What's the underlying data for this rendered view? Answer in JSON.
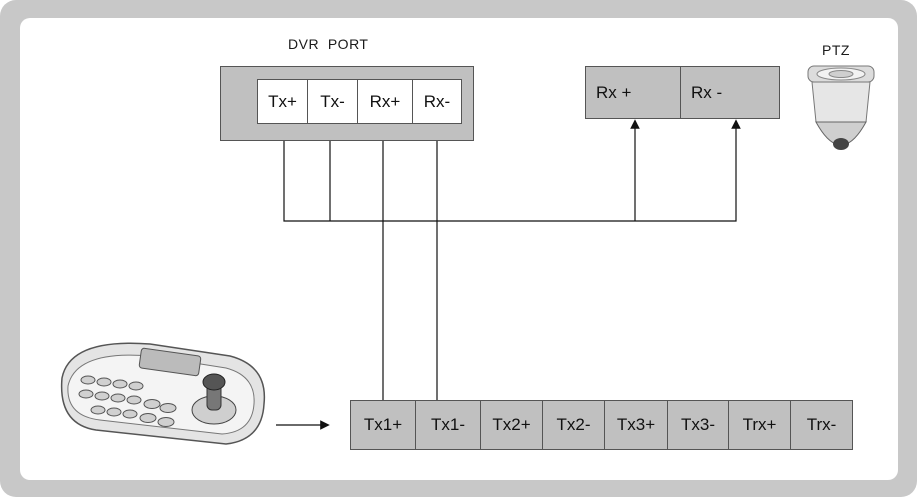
{
  "dvr": {
    "title": "DVR  PORT",
    "ports": [
      "Tx+",
      "Tx-",
      "Rx+",
      "Rx-"
    ]
  },
  "ptz": {
    "title": "PTZ",
    "ports": [
      "Rx +",
      "Rx -"
    ]
  },
  "controller": {
    "ports": [
      "Tx1+",
      "Tx1-",
      "Tx2+",
      "Tx2-",
      "Tx3+",
      "Tx3-",
      "Trx+",
      "Trx-"
    ]
  },
  "icons": [
    "ptz-camera-icon",
    "keyboard-controller-icon",
    "arrow-right-icon"
  ]
}
